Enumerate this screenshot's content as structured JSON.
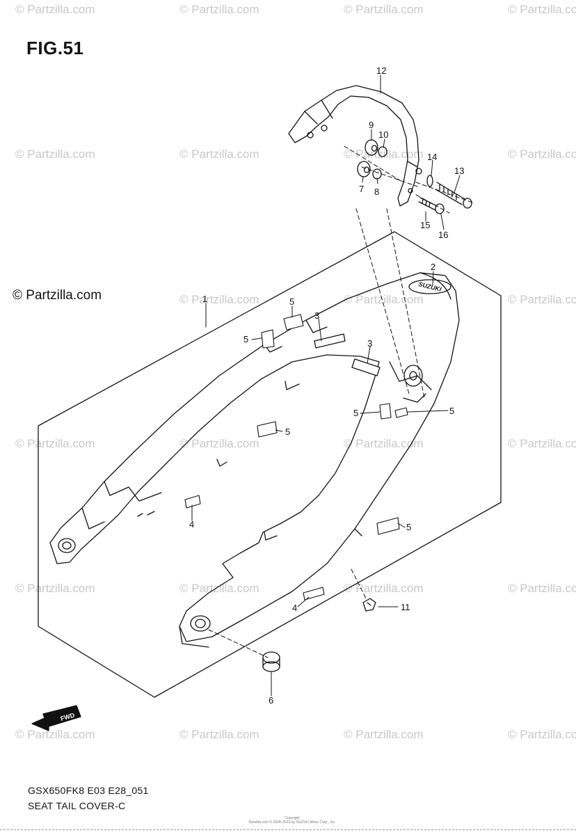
{
  "figure": {
    "title": "FIG.51",
    "code": "GSX650FK8 E03 E28_051",
    "name": "SEAT TAIL COVER-C"
  },
  "watermark": "© Partzilla.com",
  "side_copyright": "© Partzilla.com",
  "tiny_copyright": [
    "Copyright",
    "Partzilla.com © 2004–2023 by SUZUKI Motor Corp., Inc."
  ],
  "fwd_badge": "FWD",
  "decal_text": "SUZUKI",
  "callouts": {
    "c1": "1",
    "c2": "2",
    "c3a": "3",
    "c3b": "3",
    "c4a": "4",
    "c4b": "4",
    "c5a": "5",
    "c5b": "5",
    "c5c": "5",
    "c5d": "5",
    "c5e": "5",
    "c5f": "5",
    "c6": "6",
    "c7": "7",
    "c8": "8",
    "c9": "9",
    "c10": "10",
    "c11": "11",
    "c12": "12",
    "c13": "13",
    "c14": "14",
    "c15": "15",
    "c16": "16"
  }
}
